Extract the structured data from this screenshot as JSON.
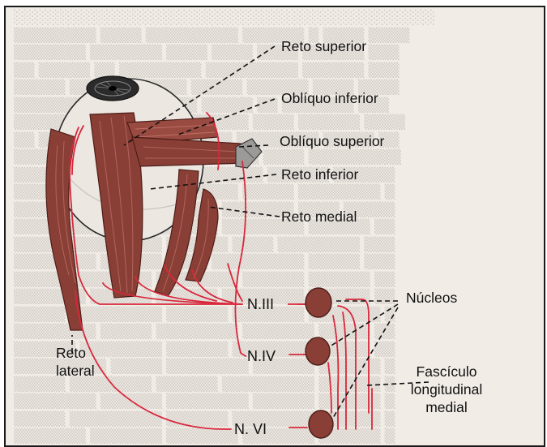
{
  "labels": {
    "reto_superior": "Reto superior",
    "obliquo_inferior": "Oblíquo inferior",
    "obliquo_superior": "Oblíquo superior",
    "reto_inferior": "Reto inferior",
    "reto_medial": "Reto medial",
    "nucleos": "Núcleos",
    "reto_lateral_1": "Reto",
    "reto_lateral_2": "lateral",
    "fasciculo_1": "Fascículo",
    "fasciculo_2": "longitudinal",
    "fasciculo_3": "medial"
  },
  "nerves": {
    "n3": "N.III",
    "n4": "N.IV",
    "n6": "N. VI"
  },
  "colors": {
    "muscle": "#8a3f36",
    "muscle_light": "#b0655c",
    "nerve": "#d8283c",
    "eye": "#ece8e1",
    "line": "#111111"
  }
}
